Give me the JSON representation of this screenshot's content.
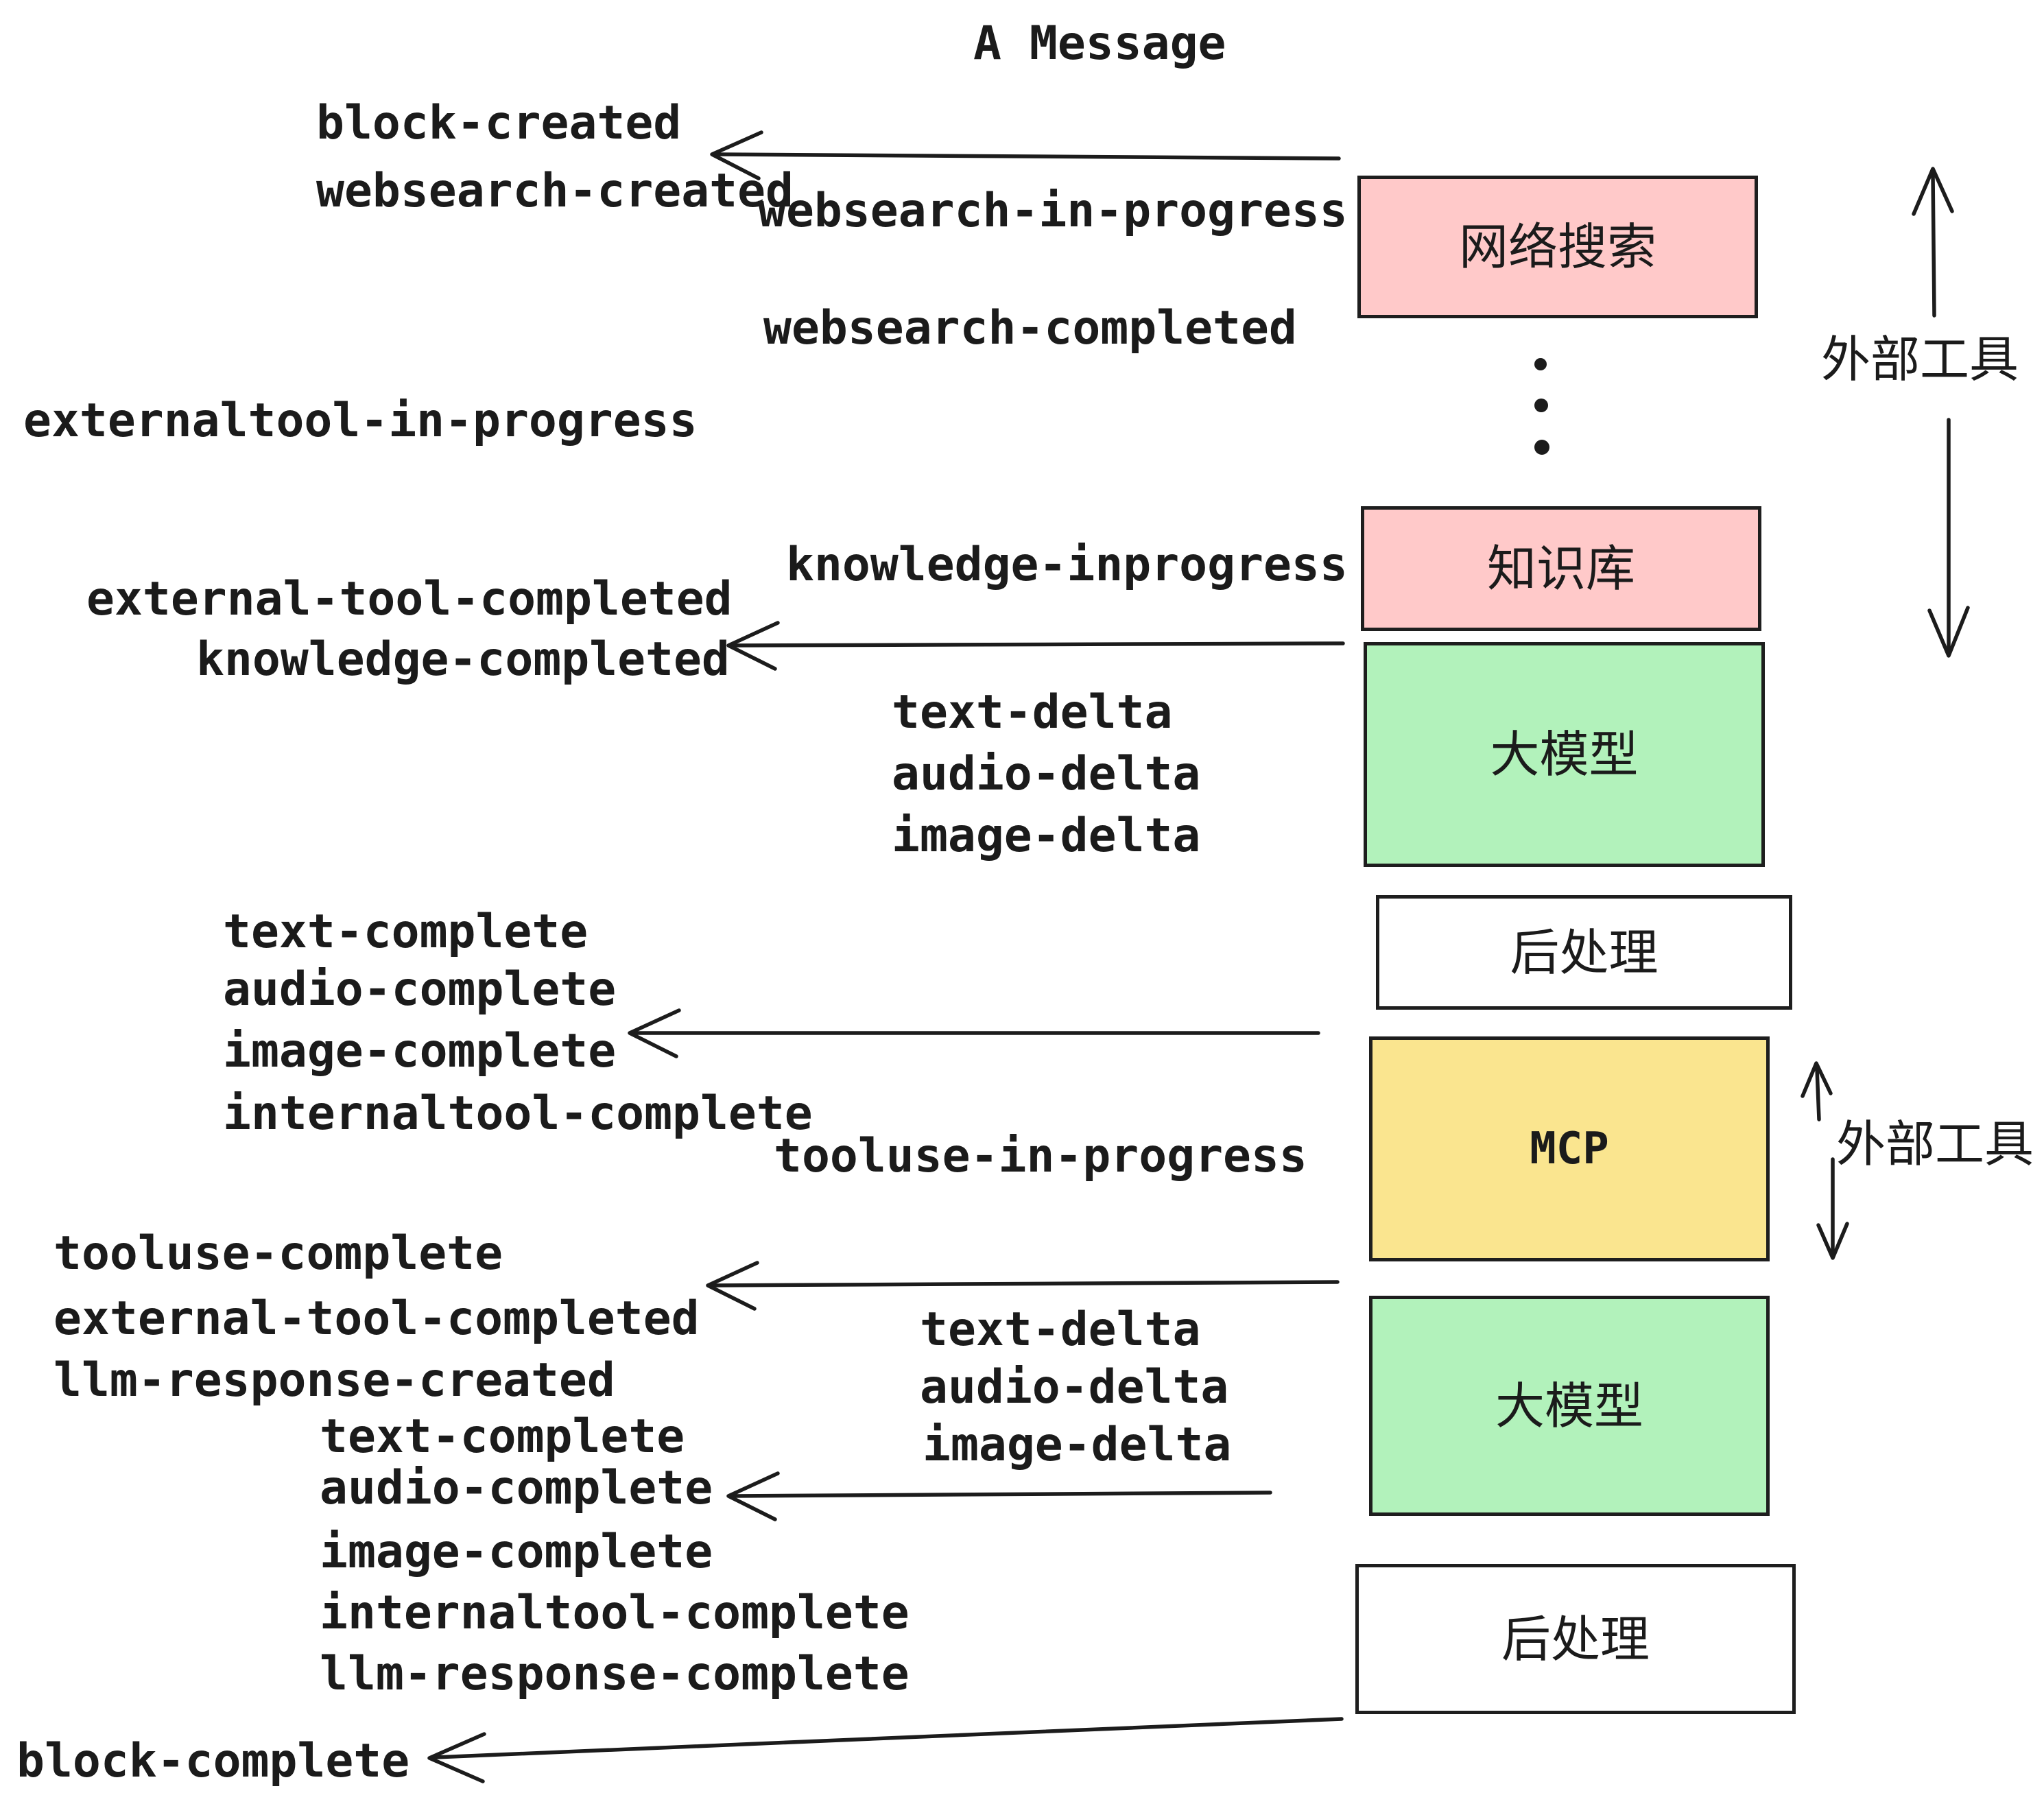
{
  "title": "A Message",
  "events": {
    "block_created": "block-created",
    "websearch_created": "websearch-created",
    "websearch_in_progress": "websearch-in-progress",
    "websearch_completed": "websearch-completed",
    "externaltool_in_progress": "externaltool-in-progress",
    "knowledge_inprogress": "knowledge-inprogress",
    "external_tool_completed": "external-tool-completed",
    "knowledge_completed": "knowledge-completed",
    "text_delta": "text-delta",
    "audio_delta": "audio-delta",
    "image_delta": "image-delta",
    "text_complete": "text-complete",
    "audio_complete": "audio-complete",
    "image_complete": "image-complete",
    "internaltool_complete": "internaltool-complete",
    "tooluse_in_progress": "tooluse-in-progress",
    "tooluse_complete": "tooluse-complete",
    "llm_response_created": "llm-response-created",
    "llm_response_complete": "llm-response-complete",
    "block_complete": "block-complete"
  },
  "boxes": [
    {
      "id": "websearch",
      "label": "网络搜索",
      "fill": "#ffc9c9"
    },
    {
      "id": "knowledge",
      "label": "知识库",
      "fill": "#ffc9c9"
    },
    {
      "id": "llm_1",
      "label": "大模型",
      "fill": "#b2f2bb"
    },
    {
      "id": "post_1",
      "label": "后处理",
      "fill": "#ffffff"
    },
    {
      "id": "mcp",
      "label": "MCP",
      "fill": "#fae58f"
    },
    {
      "id": "llm_2",
      "label": "大模型",
      "fill": "#b2f2bb"
    },
    {
      "id": "post_2",
      "label": "后处理",
      "fill": "#ffffff"
    }
  ],
  "side_labels": {
    "external_tools": "外部工具"
  },
  "icons": {
    "ellipsis_dots": "vertical-ellipsis",
    "left_arrows": "hand-drawn-left-arrow",
    "double_arrows": "hand-drawn-vertical-double-arrow"
  },
  "colors": {
    "background": "#ffffff",
    "stroke": "#1c1c1c",
    "box_border": "#1e1e1e",
    "pink": "#ffc9c9",
    "green": "#b2f2bb",
    "yellow": "#fae58f",
    "white": "#ffffff",
    "text": "#1b1b1b"
  }
}
